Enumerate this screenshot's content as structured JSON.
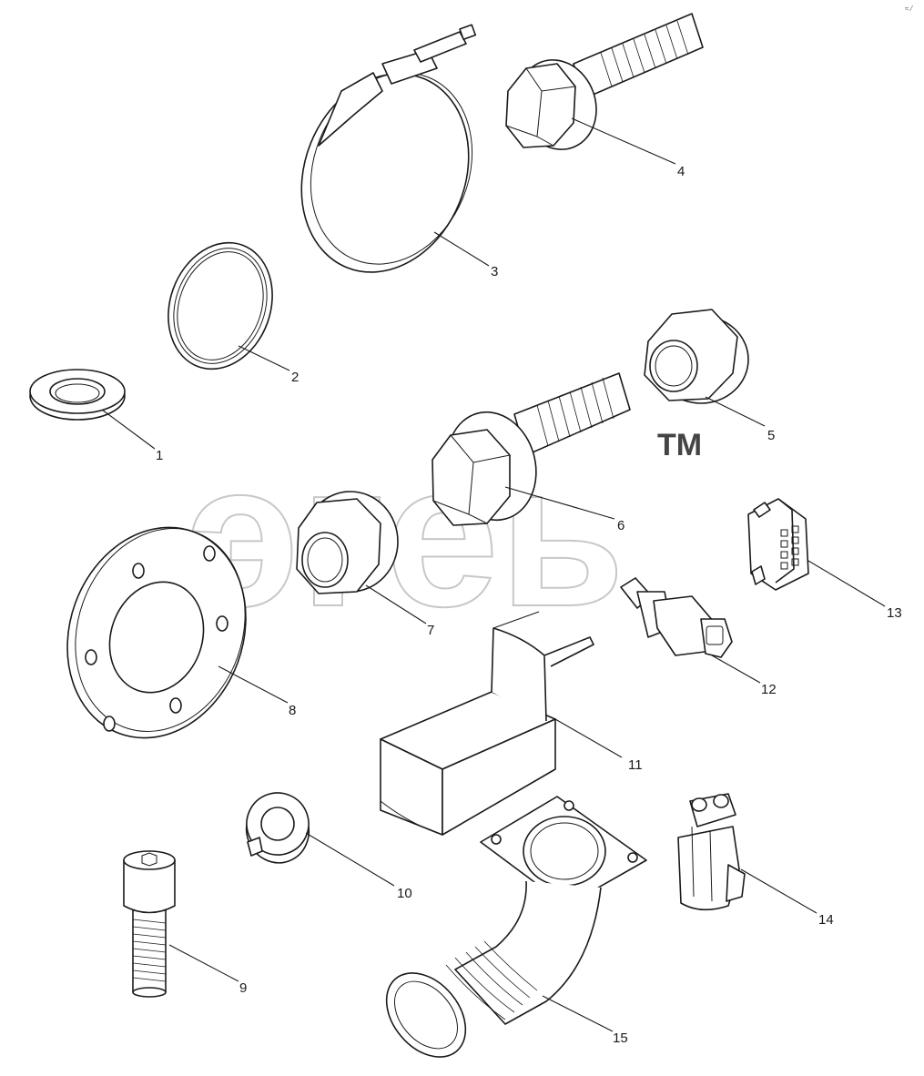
{
  "watermark": {
    "text": "эгеь",
    "trademark": "TM"
  },
  "corner_mark": "≈ ⁄",
  "parts": [
    {
      "number": "1",
      "icon": "washer-icon"
    },
    {
      "number": "2",
      "icon": "o-ring-icon"
    },
    {
      "number": "3",
      "icon": "hose-clamp-icon"
    },
    {
      "number": "4",
      "icon": "flange-bolt-icon"
    },
    {
      "number": "5",
      "icon": "flange-nut-icon"
    },
    {
      "number": "6",
      "icon": "flange-bolt-icon"
    },
    {
      "number": "7",
      "icon": "flange-nut-icon"
    },
    {
      "number": "8",
      "icon": "flange-gasket-icon"
    },
    {
      "number": "9",
      "icon": "socket-head-screw-icon"
    },
    {
      "number": "10",
      "icon": "split-lock-washer-icon"
    },
    {
      "number": "11",
      "icon": "bracket-block-icon"
    },
    {
      "number": "12",
      "icon": "sensor-icon"
    },
    {
      "number": "13",
      "icon": "connector-icon"
    },
    {
      "number": "14",
      "icon": "connector-icon"
    },
    {
      "number": "15",
      "icon": "elbow-pipe-icon"
    }
  ]
}
